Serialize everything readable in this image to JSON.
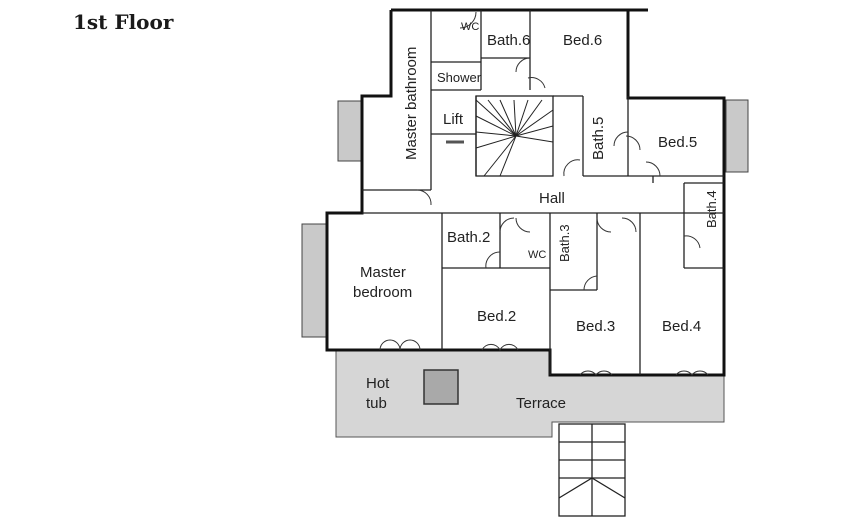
{
  "floor_title": "1st Floor",
  "rooms": {
    "wc_top": "WC",
    "bath6": "Bath.6",
    "bed6": "Bed.6",
    "shower": "Shower",
    "master_bathroom": "Master bathroom",
    "lift": "Lift",
    "bath5": "Bath.5",
    "bed5": "Bed.5",
    "hall": "Hall",
    "bath4": "Bath.4",
    "bath2": "Bath.2",
    "wc_mid": "WC",
    "bath3": "Bath.3",
    "master_bedroom_line1": "Master",
    "master_bedroom_line2": "bedroom",
    "bed2": "Bed.2",
    "bed3": "Bed.3",
    "bed4": "Bed.4",
    "hot_tub_line1": "Hot",
    "hot_tub_line2": "tub",
    "terrace": "Terrace"
  },
  "colors": {
    "wall": "#111111",
    "terrace_fill": "#d6d6d6",
    "hot_tub_fill": "#a9a9a9",
    "balcony_fill": "#c9c9c9"
  }
}
